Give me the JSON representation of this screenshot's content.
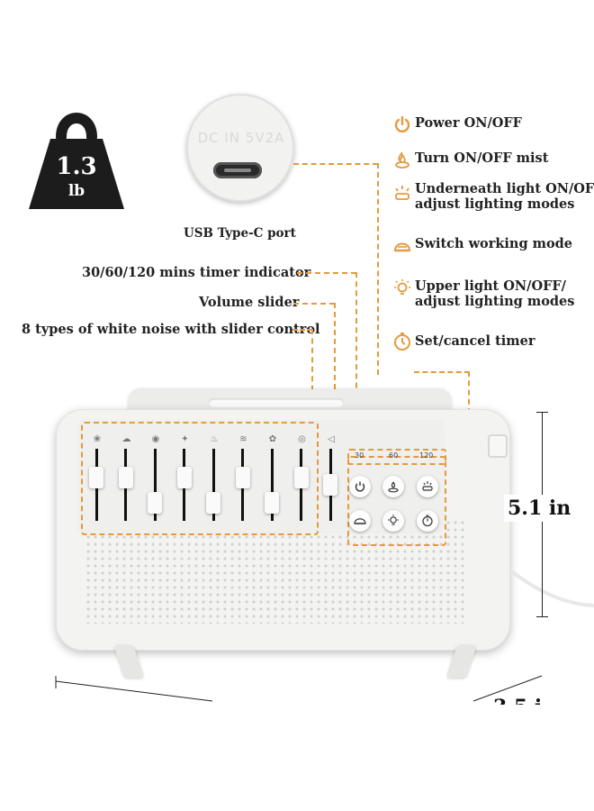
{
  "weight": {
    "value": "1.3",
    "unit": "lb"
  },
  "port": {
    "embossed_text": "DC IN 5V2A",
    "caption": "USB Type-C port"
  },
  "left_labels": {
    "timer_indicator": "30/60/120 mins timer indicator",
    "volume_slider": "Volume slider",
    "white_noise": "8 types of white noise with slider control"
  },
  "features": [
    {
      "icon": "power-icon",
      "lines": [
        "Power ON/OFF"
      ]
    },
    {
      "icon": "mist-icon",
      "lines": [
        "Turn ON/OFF mist"
      ]
    },
    {
      "icon": "underneath-light-icon",
      "lines": [
        "Underneath light ON/OFF/",
        "adjust lighting modes"
      ]
    },
    {
      "icon": "working-mode-icon",
      "lines": [
        "Switch working mode"
      ]
    },
    {
      "icon": "upper-light-icon",
      "lines": [
        "Upper light ON/OFF/",
        "adjust lighting modes"
      ]
    },
    {
      "icon": "timer-icon",
      "lines": [
        "Set/cancel timer"
      ]
    }
  ],
  "timer_values": [
    "30",
    "60",
    "120"
  ],
  "sound_icons": [
    "fan-icon",
    "cloud-icon",
    "eye-icon",
    "bird-icon",
    "fire-icon",
    "wind-icon",
    "frog-icon",
    "ocean-icon",
    "volume-icon"
  ],
  "slider_positions": [
    0.35,
    0.35,
    0.85,
    0.35,
    0.85,
    0.35,
    0.85,
    0.35,
    0.5
  ],
  "dimensions": {
    "height": "5.1 in",
    "width_partial": "3.5 i"
  },
  "colors": {
    "accent": "#e59a3c",
    "weight_badge": "#1c1c1c",
    "device_body": "#f3f3f1"
  }
}
